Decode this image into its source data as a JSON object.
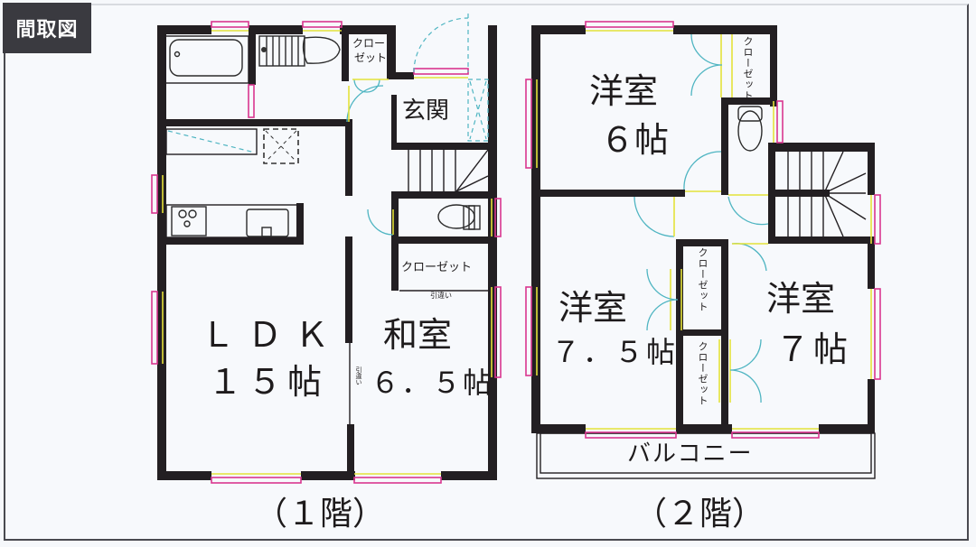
{
  "header": {
    "title": "間取図"
  },
  "floors": [
    {
      "label": "（１階）",
      "rooms": [
        {
          "name": "LDK",
          "name_display": "ＬＤＫ",
          "size": "１５帖"
        },
        {
          "name": "和室",
          "size": "６．５帖"
        },
        {
          "name": "玄関"
        }
      ],
      "closets": [
        {
          "label_line1": "クロー",
          "label_line2": "ゼット"
        },
        {
          "label": "クローゼット"
        }
      ],
      "annotations": [
        {
          "label": "引違い"
        },
        {
          "label": "引違い"
        }
      ]
    },
    {
      "label": "（２階）",
      "rooms": [
        {
          "name": "洋室",
          "size": "６帖"
        },
        {
          "name": "洋室",
          "size": "７．５帖"
        },
        {
          "name": "洋室",
          "size": "７帖"
        },
        {
          "name": "バルコニー"
        }
      ],
      "closets": [
        {
          "label": "クローゼット"
        },
        {
          "label": "クローゼット"
        },
        {
          "label": "クローゼット"
        }
      ]
    }
  ],
  "colors": {
    "wall": "#231f22",
    "window_outer": "#d9368f",
    "window_inner": "#e4e23a",
    "door_swing": "#4fb5c2",
    "title_badge_bg": "#3a3a40"
  }
}
